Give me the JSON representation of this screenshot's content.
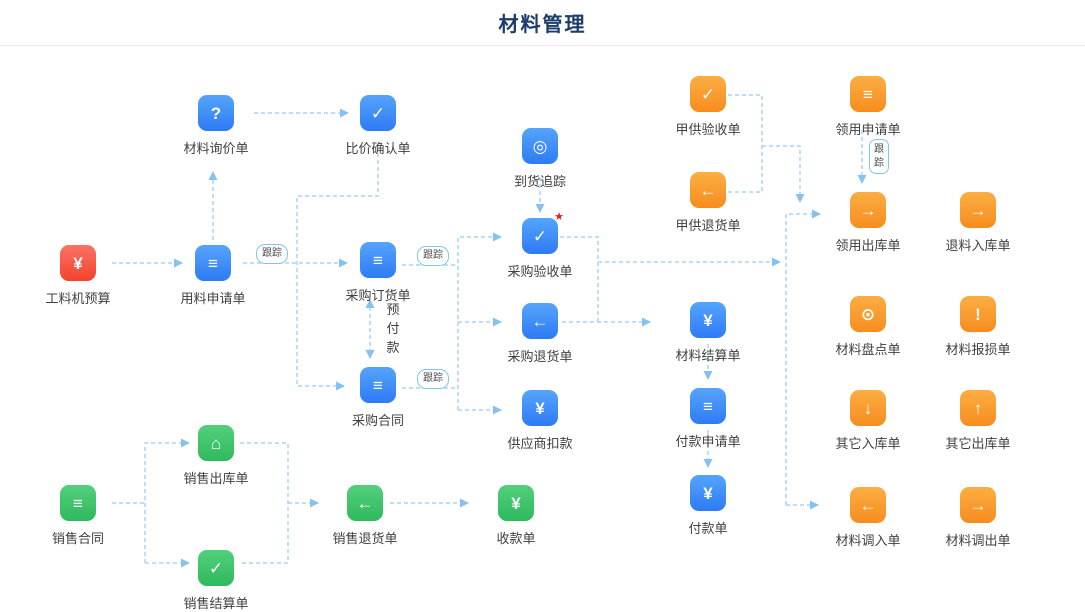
{
  "page": {
    "title": "材料管理"
  },
  "labels": {
    "track": "跟踪",
    "prepay": "预付款"
  },
  "colors": {
    "title": "#1c3c6c",
    "line": "#abd4f4",
    "arrow": "#86c2f1",
    "label": "#404040",
    "badge_border": "#7fc8ea",
    "blue_top": "#55a4fb",
    "blue_bottom": "#2e7bf5",
    "orange_top": "#fbae43",
    "orange_bottom": "#f78c1e",
    "green_top": "#52cf7c",
    "green_bottom": "#2fb95d",
    "red_top": "#fa7364",
    "red_bottom": "#f4422c",
    "star": "#e02020"
  },
  "nodes": {
    "budget": {
      "label": "工料机预算",
      "glyph": "¥"
    },
    "material_apply": {
      "label": "用料申请单",
      "glyph": "≡"
    },
    "inquiry": {
      "label": "材料询价单",
      "glyph": "?"
    },
    "compare": {
      "label": "比价确认单",
      "glyph": "✓"
    },
    "purchase_order": {
      "label": "采购订货单",
      "glyph": "≡"
    },
    "purchase_contract": {
      "label": "采购合同",
      "glyph": "≡"
    },
    "arrival_track": {
      "label": "到货追踪",
      "glyph": "◎"
    },
    "purchase_accept": {
      "label": "采购验收单",
      "glyph": "✓",
      "star": "★"
    },
    "purchase_return": {
      "label": "采购退货单",
      "glyph": "←"
    },
    "supplier_deduct": {
      "label": "供应商扣款",
      "glyph": "¥"
    },
    "owner_accept": {
      "label": "甲供验收单",
      "glyph": "✓"
    },
    "owner_return": {
      "label": "甲供退货单",
      "glyph": "←"
    },
    "settle": {
      "label": "材料结算单",
      "glyph": "¥"
    },
    "pay_apply": {
      "label": "付款申请单",
      "glyph": "≡"
    },
    "pay": {
      "label": "付款单",
      "glyph": "¥"
    },
    "req_apply": {
      "label": "领用申请单",
      "glyph": "≡"
    },
    "req_out": {
      "label": "领用出库单",
      "glyph": "→"
    },
    "return_in": {
      "label": "退料入库单",
      "glyph": "→"
    },
    "stocktake": {
      "label": "材料盘点单",
      "glyph": "⊙"
    },
    "damage": {
      "label": "材料报损单",
      "glyph": "!"
    },
    "other_in": {
      "label": "其它入库单",
      "glyph": "↓"
    },
    "other_out": {
      "label": "其它出库单",
      "glyph": "↑"
    },
    "transfer_in": {
      "label": "材料调入单",
      "glyph": "←"
    },
    "transfer_out": {
      "label": "材料调出单",
      "glyph": "→"
    },
    "sales_contract": {
      "label": "销售合同",
      "glyph": "≡"
    },
    "sales_out": {
      "label": "销售出库单",
      "glyph": "⌂"
    },
    "sales_settle": {
      "label": "销售结算单",
      "glyph": "✓"
    },
    "sales_return": {
      "label": "销售退货单",
      "glyph": "←"
    },
    "receipt": {
      "label": "收款单",
      "glyph": "¥"
    }
  }
}
